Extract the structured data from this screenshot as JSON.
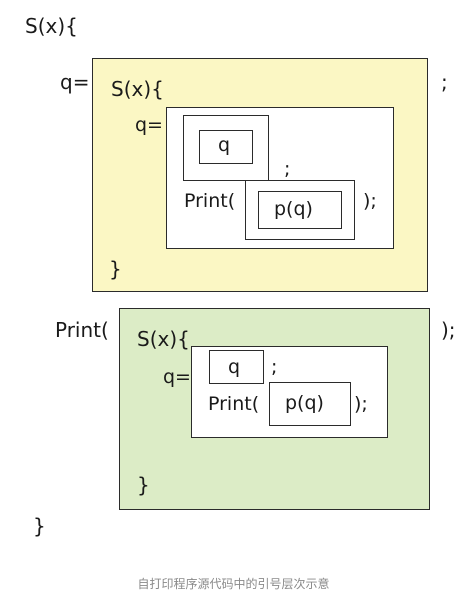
{
  "diagram": {
    "outer": {
      "header": "S(x){",
      "q_assign": "q=",
      "q_end": ";",
      "print_open": "Print(",
      "print_close": ");",
      "footer": "}"
    },
    "yellow_block": {
      "header": "S(x){",
      "q_assign": "q=",
      "q_box": "q",
      "q_end": ";",
      "print_open": "Print(",
      "print_box": "p(q)",
      "print_close": ");",
      "footer": "}"
    },
    "green_block": {
      "header": "S(x){",
      "q_assign": "q=",
      "q_box": "q",
      "q_end": ";",
      "print_open": "Print(",
      "print_box": "p(q)",
      "print_close": ");",
      "footer": "}"
    },
    "colors": {
      "yellow_fill": "#fbf7c4",
      "green_fill": "#dcecc6",
      "border": "#2b2b2b"
    }
  },
  "caption": "自打印程序源代码中的引号层次示意"
}
